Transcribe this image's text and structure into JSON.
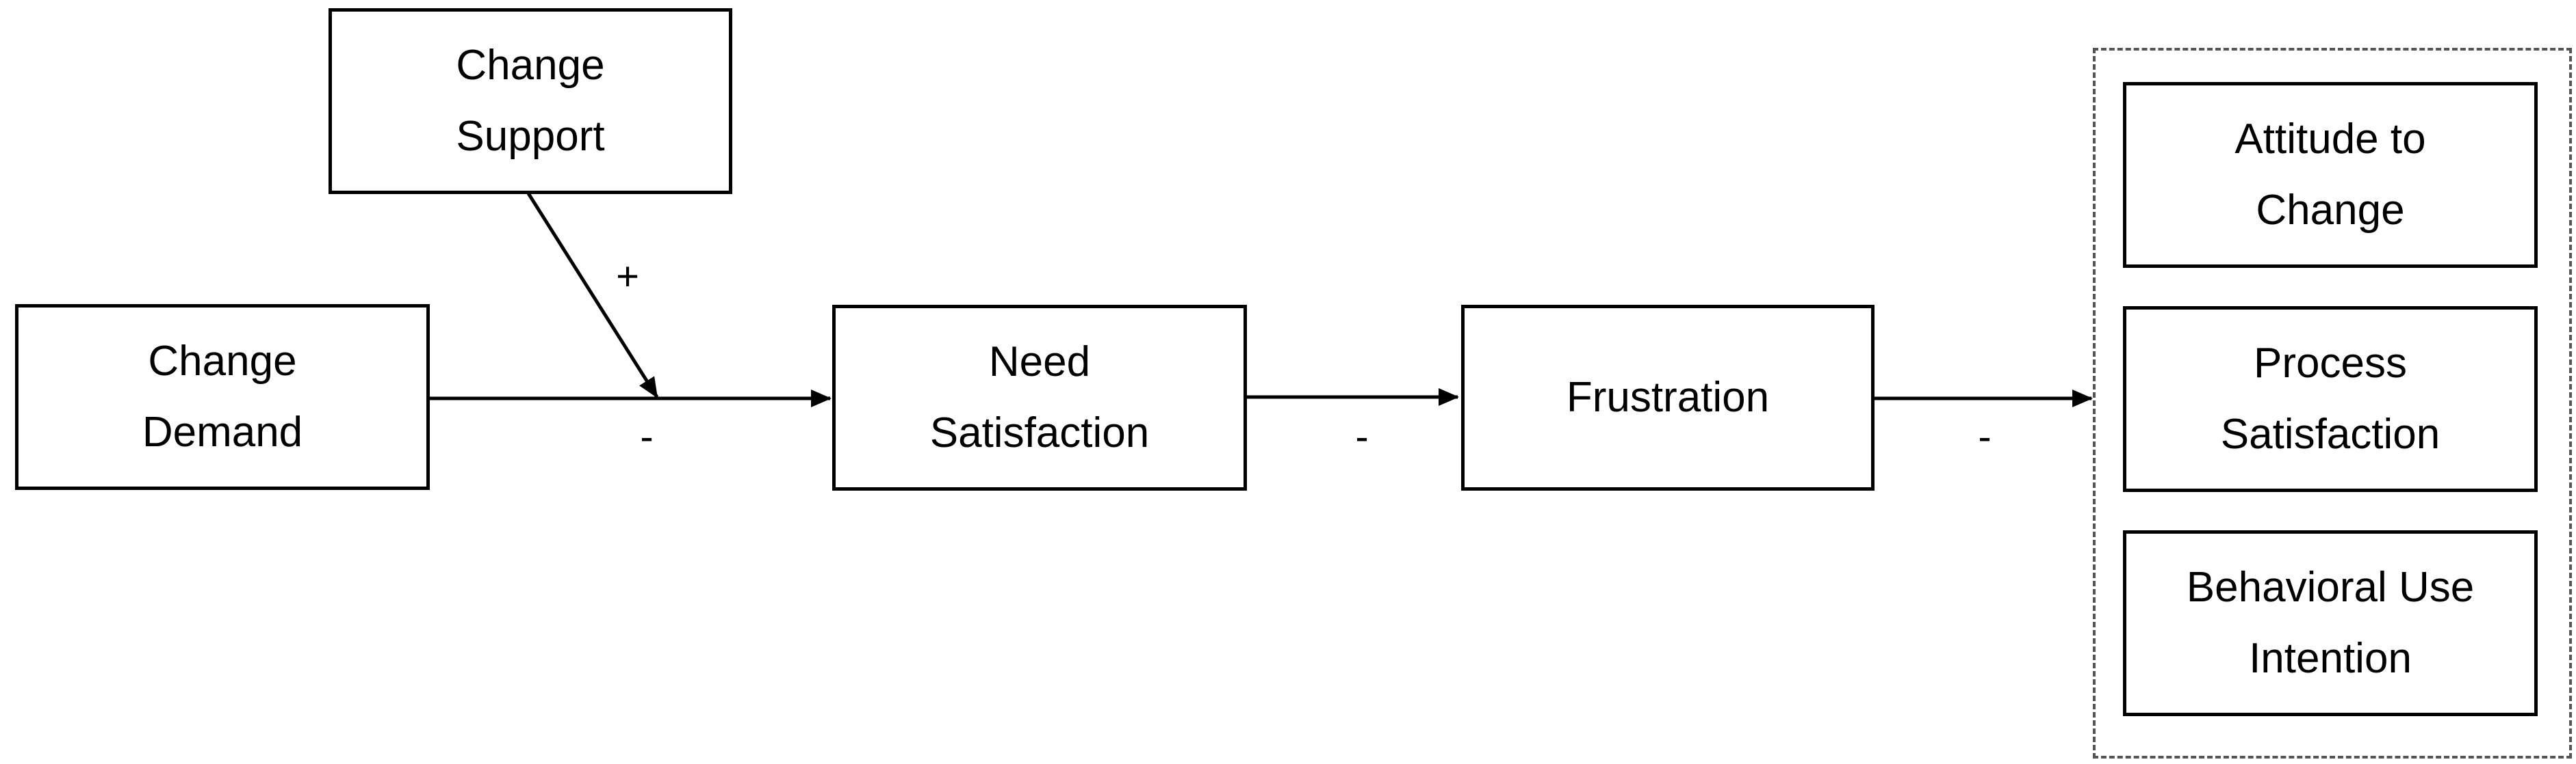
{
  "diagram": {
    "nodes": {
      "change_support": [
        "Change",
        "Support"
      ],
      "change_demand": [
        "Change",
        "Demand"
      ],
      "need_satisfaction": [
        "Need",
        "Satisfaction"
      ],
      "frustration": [
        "Frustration"
      ],
      "attitude_to_change": [
        "Attitude to",
        "Change"
      ],
      "process_satisfaction": [
        "Process",
        "Satisfaction"
      ],
      "behavioral_use_intention": [
        "Behavioral Use",
        "Intention"
      ]
    },
    "signs": {
      "support_moderation": "+",
      "demand_to_need": "-",
      "need_to_frustration": "-",
      "frustration_to_outcomes": "-"
    },
    "colors": {
      "stroke": "#000000",
      "dashed_group": "#555555",
      "background": "#ffffff"
    }
  }
}
